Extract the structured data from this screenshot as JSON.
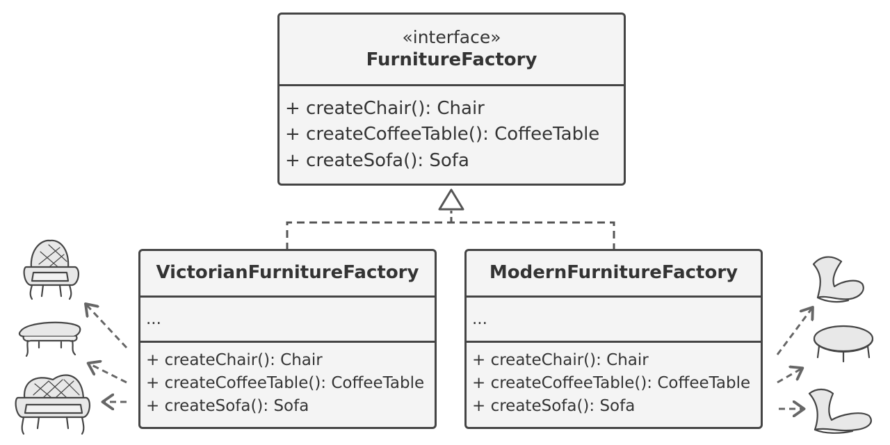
{
  "interface_box": {
    "stereotype": "«interface»",
    "name": "FurnitureFactory",
    "operations": [
      "+ createChair(): Chair",
      "+ createCoffeeTable(): CoffeeTable",
      "+ createSofa(): Sofa"
    ]
  },
  "victorian_box": {
    "name": "VictorianFurnitureFactory",
    "fields": "...",
    "operations": [
      "+ createChair(): Chair",
      "+ createCoffeeTable(): CoffeeTable",
      "+ createSofa(): Sofa"
    ]
  },
  "modern_box": {
    "name": "ModernFurnitureFactory",
    "fields": "...",
    "operations": [
      "+ createChair(): Chair",
      "+ createCoffeeTable(): CoffeeTable",
      "+ createSofa(): Sofa"
    ]
  },
  "colors": {
    "border": "#444444",
    "box_fill": "#f4f4f4",
    "arrow": "#666666",
    "illustration_fill": "#e8e8e8"
  },
  "icons": {
    "victorian": [
      "victorian-armchair-icon",
      "victorian-coffee-table-icon",
      "victorian-sofa-icon"
    ],
    "modern": [
      "modern-chair-icon",
      "modern-coffee-table-icon",
      "modern-sofa-icon"
    ]
  }
}
